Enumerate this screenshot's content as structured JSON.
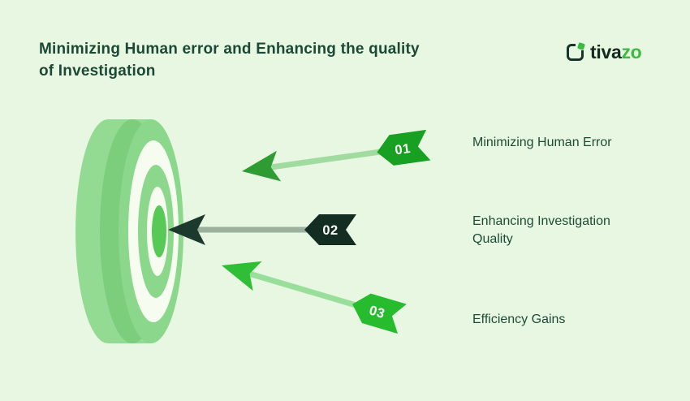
{
  "colors": {
    "background": "#E8F7E1",
    "title_text": "#1B4936",
    "label_text": "#1D4B38",
    "badge_number_text": "#FFFFFF",
    "target": {
      "body": "#93DB93",
      "side_shade": "#7CCD7C",
      "ring_green": "#8BD78B",
      "ring_white": "#F6FDF0",
      "bullseye": "#57C957"
    }
  },
  "header": {
    "title_lines": [
      "Minimizing Human error and Enhancing the quality",
      "of Investigation"
    ]
  },
  "logo": {
    "text_dark": "tiva",
    "text_green": "zo",
    "dark_color": "#14291E",
    "green_color": "#3BBB41",
    "mark_border_color": "#18332A",
    "chip_color": "#3BBB41"
  },
  "diagram": {
    "items": [
      {
        "number": "01",
        "label": "Minimizing Human Error",
        "head_color": "#2E9B33",
        "shaft_color": "#A0DBA0",
        "badge_color": "#17A021"
      },
      {
        "number": "02",
        "label": "Enhancing Investigation Quality",
        "head_color": "#1B392C",
        "shaft_color": "#9DB19F",
        "badge_color": "#142D23"
      },
      {
        "number": "03",
        "label": "Efficiency Gains",
        "head_color": "#2FBE35",
        "shaft_color": "#98DF9B",
        "badge_color": "#27BC2D"
      }
    ]
  }
}
